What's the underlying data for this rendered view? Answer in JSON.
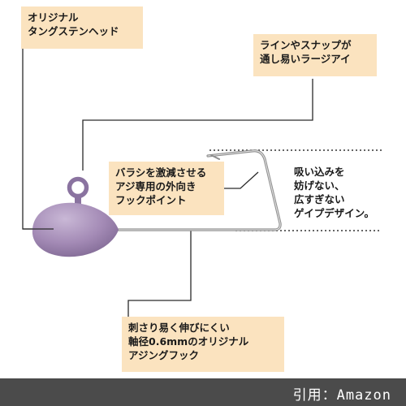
{
  "labels": {
    "head": "オリジナル\nタングステンヘッド",
    "eye": "ラインやスナップが\n通し易いラージアイ",
    "point": "バラシを激減させる\nアジ専用の外向き\nフックポイント",
    "gap": "吸い込みを\n妨げない、\n広すぎない\nゲイプデザイン。",
    "hook": "刺さり易く伸びにくい\n軸径0.6mmのオリジナル\nアジングフック"
  },
  "footer": {
    "credit": "引用：Amazon"
  },
  "colors": {
    "label_bg": "#fbe3bf",
    "jighead": "#a48bb6",
    "footer_bg": "#4b4b4b"
  }
}
